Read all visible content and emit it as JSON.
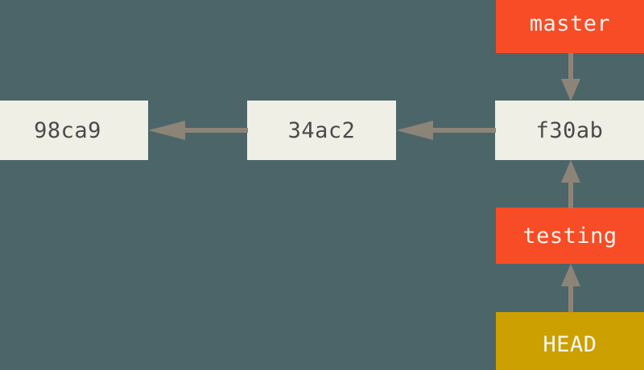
{
  "diagram": {
    "title": "git-branch-head-diagram",
    "background_color": "#4c6569",
    "commit_color": "#efefe6",
    "commit_text_color": "#4a4a4a",
    "branch_color": "#f74c26",
    "branch_text_color": "#f4f4ef",
    "head_color": "#cca000",
    "head_text_color": "#f7f7f2",
    "arrow_color": "#8d8478"
  },
  "commits": [
    {
      "id": "commit-98ca9",
      "label": "98ca9"
    },
    {
      "id": "commit-34ac2",
      "label": "34ac2"
    },
    {
      "id": "commit-f30ab",
      "label": "f30ab"
    }
  ],
  "refs": [
    {
      "id": "branch-master",
      "label": "master",
      "type": "branch"
    },
    {
      "id": "branch-testing",
      "label": "testing",
      "type": "branch"
    },
    {
      "id": "pointer-head",
      "label": "HEAD",
      "type": "head"
    }
  ],
  "edges": [
    {
      "id": "edge-34ac2-98ca9",
      "from": "34ac2",
      "to": "98ca9",
      "direction": "left"
    },
    {
      "id": "edge-f30ab-34ac2",
      "from": "f30ab",
      "to": "34ac2",
      "direction": "left"
    },
    {
      "id": "edge-master-f30ab",
      "from": "master",
      "to": "f30ab",
      "direction": "down"
    },
    {
      "id": "edge-testing-f30ab",
      "from": "testing",
      "to": "f30ab",
      "direction": "up"
    },
    {
      "id": "edge-head-testing",
      "from": "HEAD",
      "to": "testing",
      "direction": "up"
    }
  ]
}
